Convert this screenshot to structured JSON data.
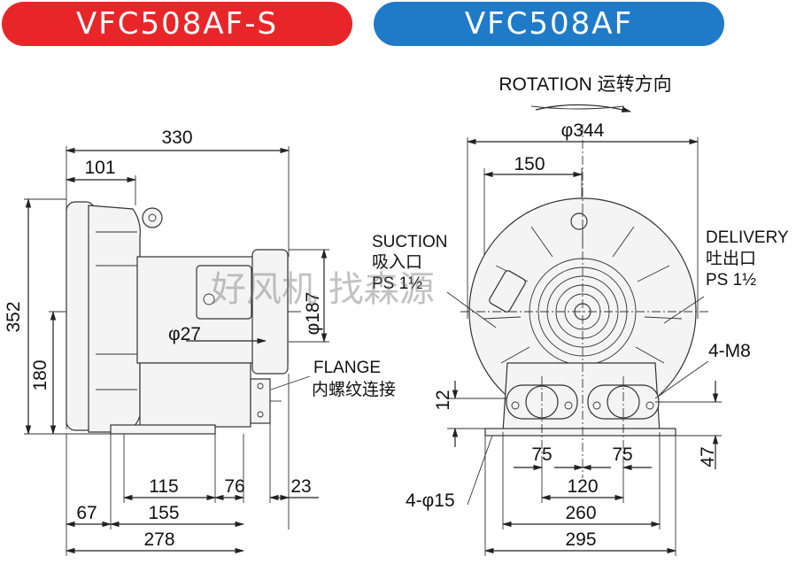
{
  "header": {
    "left_model": "VFC508AF-S",
    "right_model": "VFC508AF",
    "left_color": "#e8262a",
    "right_color": "#1f7bc8"
  },
  "side_view": {
    "dims": {
      "overall_length": "330",
      "front_depth": "101",
      "height": "352",
      "center_height": "180",
      "motor_dia": "φ187",
      "flange_dia": "φ27",
      "dim_115": "115",
      "dim_76": "76",
      "dim_23": "23",
      "dim_67": "67",
      "dim_155": "155",
      "dim_278": "278"
    },
    "flange_label": "FLANGE",
    "flange_label_cn": "内螺纹连接"
  },
  "front_view": {
    "rotation_label": "ROTATION 运转方向",
    "dims": {
      "outer_dia": "φ344",
      "dim_150": "150",
      "dim_12": "12",
      "dim_47": "47",
      "dim_75_left": "75",
      "dim_75_right": "75",
      "dim_120": "120",
      "dim_260": "260",
      "dim_295": "295",
      "holes": "4-φ15",
      "bolts": "4-M8"
    },
    "suction": {
      "en": "SUCTION",
      "cn": "吸入口",
      "spec": "PS 1½"
    },
    "delivery": {
      "en": "DELIVERY",
      "cn": "吐出口",
      "spec": "PS 1½"
    }
  },
  "watermark": "好风机 找森源"
}
